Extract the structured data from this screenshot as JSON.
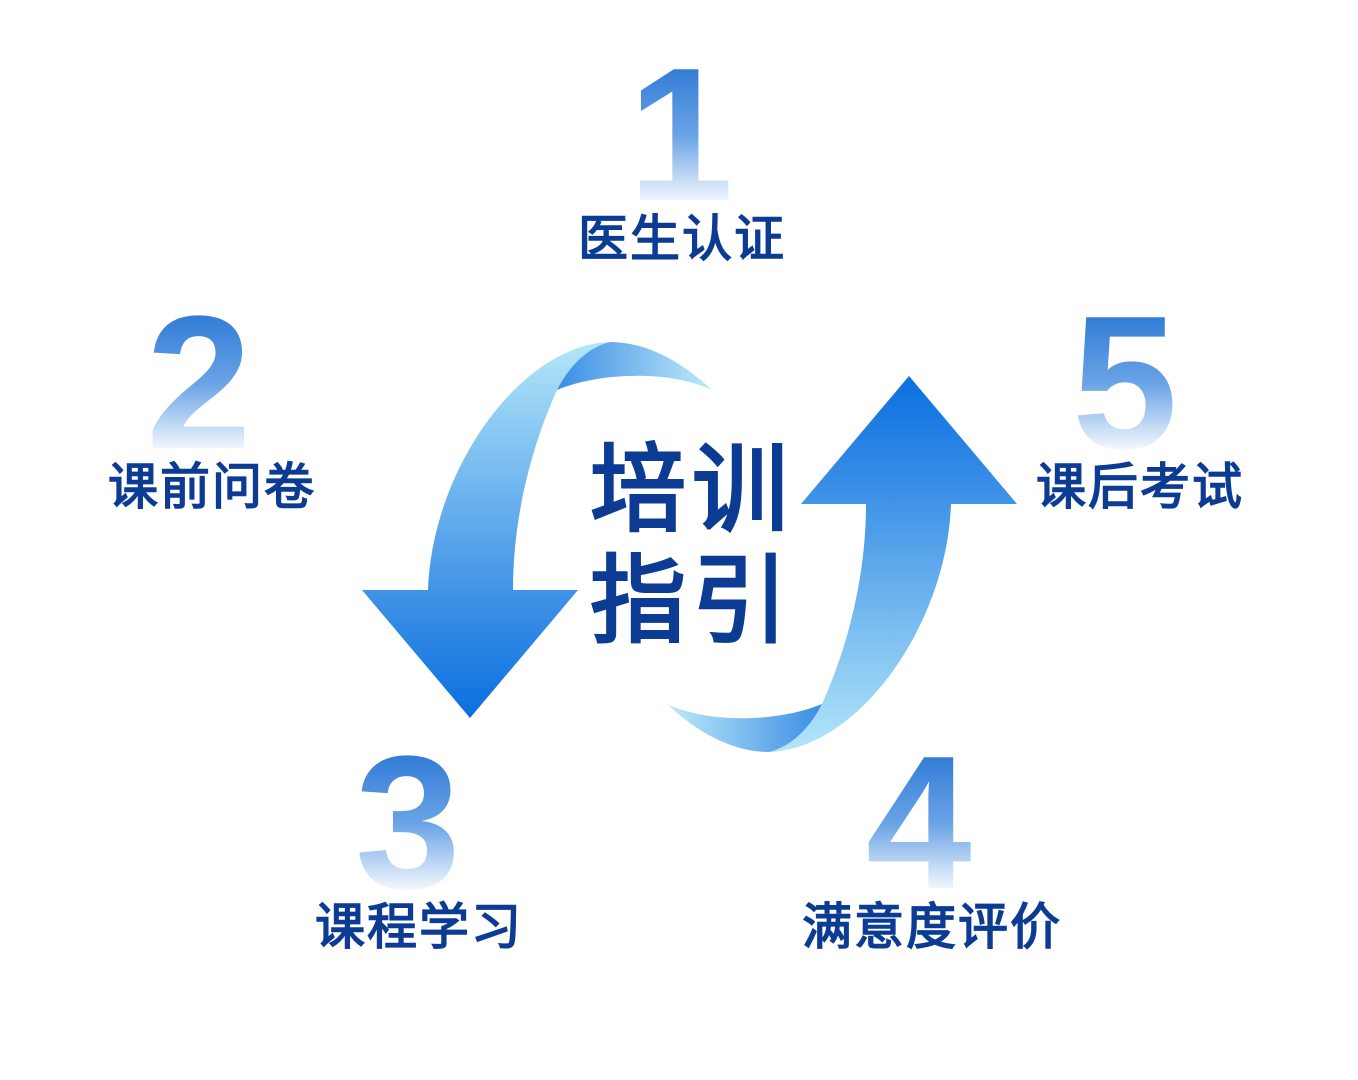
{
  "title": {
    "line1": "培训",
    "line2": "指引"
  },
  "steps": [
    {
      "number": "1",
      "label": "医生认证"
    },
    {
      "number": "2",
      "label": "课前问卷"
    },
    {
      "number": "3",
      "label": "课程学习"
    },
    {
      "number": "4",
      "label": "满意度评价"
    },
    {
      "number": "5",
      "label": "课后考试"
    }
  ],
  "colors": {
    "text": "#0b3b93",
    "arrow_dark": "#0a6fe0",
    "arrow_light": "#b3e6f9"
  }
}
